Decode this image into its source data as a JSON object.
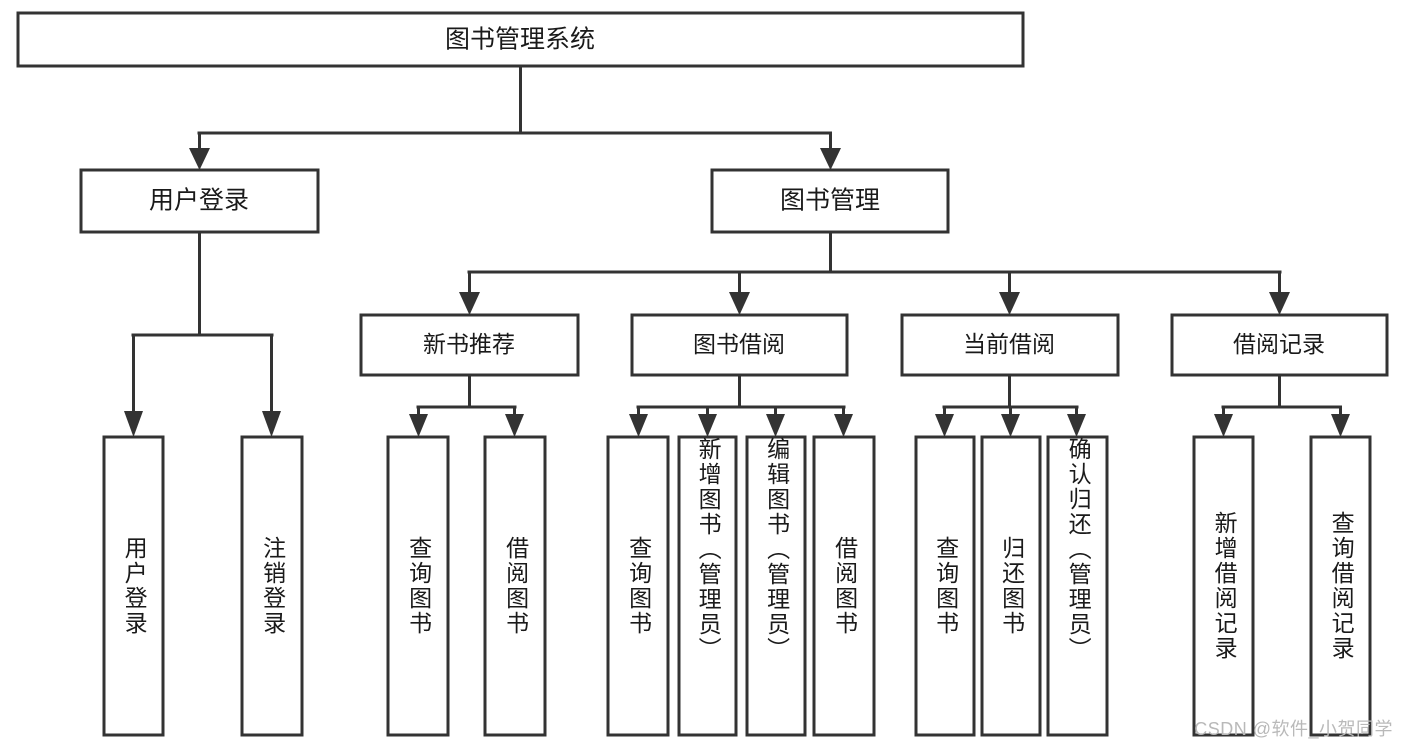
{
  "diagram": {
    "type": "tree-hierarchy",
    "title": "图书管理系统",
    "watermark": "CSDN @软件_小贺同学",
    "colors": {
      "stroke": "#333333",
      "fill": "#ffffff",
      "text": "#1a1a1a",
      "watermark": "#b9b9b9",
      "background": "#ffffff"
    },
    "levels": [
      {
        "level": 1,
        "nodes": [
          {
            "id": "root",
            "label": "图书管理系统",
            "orientation": "horizontal"
          }
        ]
      },
      {
        "level": 2,
        "nodes": [
          {
            "id": "user-login",
            "label": "用户登录",
            "parent": "root",
            "orientation": "horizontal"
          },
          {
            "id": "book-manage",
            "label": "图书管理",
            "parent": "root",
            "orientation": "horizontal"
          }
        ]
      },
      {
        "level": 3,
        "nodes": [
          {
            "id": "new-book-rec",
            "label": "新书推荐",
            "parent": "book-manage",
            "orientation": "horizontal"
          },
          {
            "id": "book-borrow",
            "label": "图书借阅",
            "parent": "book-manage",
            "orientation": "horizontal"
          },
          {
            "id": "current-borrow",
            "label": "当前借阅",
            "parent": "book-manage",
            "orientation": "horizontal"
          },
          {
            "id": "borrow-record",
            "label": "借阅记录",
            "parent": "book-manage",
            "orientation": "horizontal"
          }
        ]
      },
      {
        "level": 4,
        "nodes": [
          {
            "id": "leaf-1",
            "label": "用户登录",
            "parent": "user-login",
            "orientation": "vertical"
          },
          {
            "id": "leaf-2",
            "label": "注销登录",
            "parent": "user-login",
            "orientation": "vertical"
          },
          {
            "id": "leaf-3",
            "label": "查询图书",
            "parent": "new-book-rec",
            "orientation": "vertical"
          },
          {
            "id": "leaf-4",
            "label": "借阅图书",
            "parent": "new-book-rec",
            "orientation": "vertical"
          },
          {
            "id": "leaf-5",
            "label": "查询图书",
            "parent": "book-borrow",
            "orientation": "vertical"
          },
          {
            "id": "leaf-6",
            "label": "新增图书（管理员）",
            "parent": "book-borrow",
            "orientation": "vertical"
          },
          {
            "id": "leaf-7",
            "label": "编辑图书（管理员）",
            "parent": "book-borrow",
            "orientation": "vertical"
          },
          {
            "id": "leaf-8",
            "label": "借阅图书",
            "parent": "book-borrow",
            "orientation": "vertical"
          },
          {
            "id": "leaf-9",
            "label": "查询图书",
            "parent": "current-borrow",
            "orientation": "vertical"
          },
          {
            "id": "leaf-10",
            "label": "归还图书",
            "parent": "current-borrow",
            "orientation": "vertical"
          },
          {
            "id": "leaf-11",
            "label": "确认归还（管理员）",
            "parent": "current-borrow",
            "orientation": "vertical"
          },
          {
            "id": "leaf-12",
            "label": "新增借阅记录",
            "parent": "borrow-record",
            "orientation": "vertical"
          },
          {
            "id": "leaf-13",
            "label": "查询借阅记录",
            "parent": "borrow-record",
            "orientation": "vertical"
          }
        ]
      }
    ]
  }
}
